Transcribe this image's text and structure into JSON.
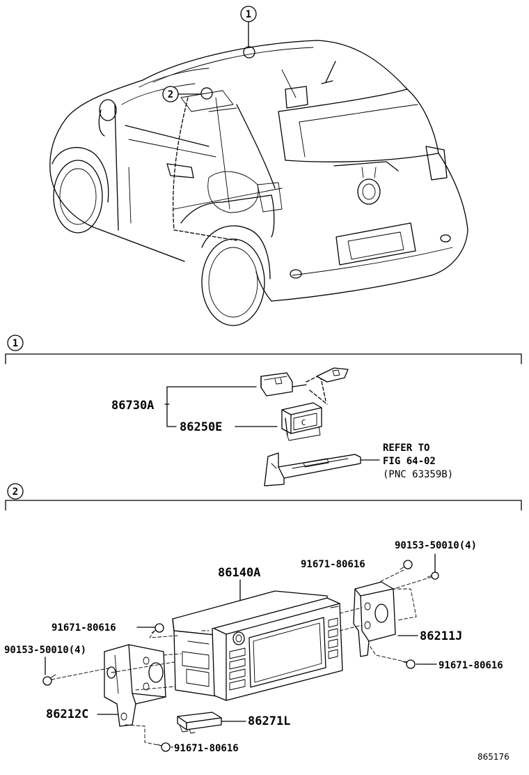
{
  "callouts": {
    "circle_1": "1",
    "circle_2": "2"
  },
  "section1": {
    "marker": "1",
    "parts": {
      "p86730A": "86730A",
      "p86250E": "86250E"
    },
    "note": {
      "line1": "REFER TO",
      "line2": "FIG 64-02",
      "line3": "(PNC 63359B)"
    },
    "connector_letter": "C"
  },
  "section2": {
    "marker": "2",
    "parts": {
      "p86140A": "86140A",
      "p90153_tr": "90153-50010(4)",
      "p91671_top": "91671-80616",
      "p91671_left": "91671-80616",
      "p90153_left": "90153-50010(4)",
      "p86211J": "86211J",
      "p91671_right": "91671-80616",
      "p86212C": "86212C",
      "p86271L": "86271L",
      "p91671_bottom": "91671-80616"
    }
  },
  "figure_id": "865176"
}
